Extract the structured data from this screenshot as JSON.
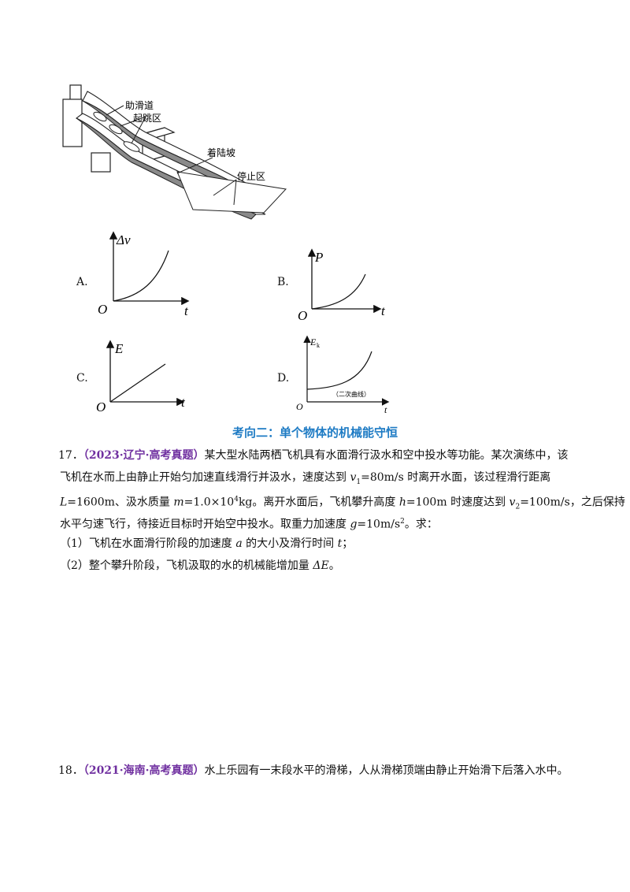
{
  "figure": {
    "labels": {
      "runway": "助滑道",
      "takeoff": "起跳区",
      "landing": "着陆坡",
      "stop": "停止区"
    }
  },
  "options": [
    {
      "letter": "A.",
      "ylabel": "Δv",
      "origin": "O",
      "xlabel": "t"
    },
    {
      "letter": "B.",
      "ylabel": "P",
      "origin": "O",
      "xlabel": "t"
    },
    {
      "letter": "C.",
      "ylabel": "E",
      "origin": "O",
      "xlabel": "t"
    },
    {
      "letter": "D.",
      "ylabel": "E",
      "ylabel_sub": "k",
      "origin": "O",
      "xlabel": "t",
      "note": "（二次曲线）"
    }
  ],
  "section_title": "考向二：单个物体的机械能守恒",
  "q17": {
    "num": "17．",
    "tag": "（2023·辽宁·高考真题）",
    "l1_text": "某大型水陆两栖飞机具有水面滑行汲水和空中投水等功能。某次演练中，该",
    "l2_a": "飞机在水而上由静止开始匀加速直线滑行并汲水，速度达到 ",
    "l2_v1": "v",
    "l2_v1sub": "1",
    "l2_b": "=80m/s 时离开水面，该过程滑行距离",
    "l3_L": "L",
    "l3_a": "=1600m、汲水质量 ",
    "l3_m": "m",
    "l3_b": "=1.0×10",
    "l3_exp": "4",
    "l3_c": "kg。离开水面后，飞机攀升高度 ",
    "l3_h": "h",
    "l3_d": "=100m 时速度达到 ",
    "l3_v2": "v",
    "l3_v2sub": "2",
    "l3_e": "=100m/s，之后保持",
    "l4_a": "水平匀速飞行，待接近目标时开始空中投水。取重力加速度 ",
    "l4_g": "g",
    "l4_b": "=10m/s",
    "l4_exp": "2",
    "l4_c": "。求：",
    "p1_a": "（1）飞机在水面滑行阶段的加速度 ",
    "p1_av": "a",
    "p1_b": " 的大小及滑行时间 ",
    "p1_t": "t",
    "p1_c": "；",
    "p2_a": "（2）整个攀升阶段，飞机汲取的水的机械能增加量 ",
    "p2_E": "ΔE",
    "p2_b": "。"
  },
  "q18": {
    "num": "18．",
    "tag": "（2021·海南·高考真题）",
    "text": "水上乐园有一末段水平的滑梯，人从滑梯顶端由静止开始滑下后落入水中。"
  }
}
